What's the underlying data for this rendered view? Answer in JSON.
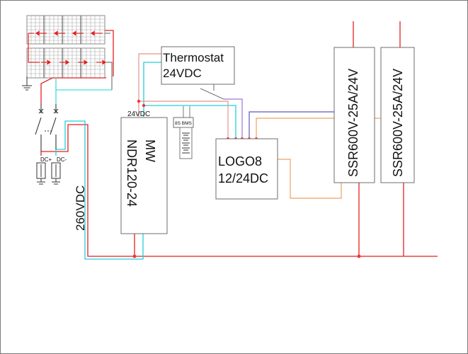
{
  "labels": {
    "thermostat_line1": "Thermostat",
    "thermostat_line2": "24VDC",
    "psu_input_label": "24VDC",
    "psu_line1": "MW",
    "psu_line2": "NDR120-24",
    "bms": "8S BMS",
    "logo_line1": "LOGO8",
    "logo_line2": "12/24DC",
    "ssr1": "SSR600V-25A/24V",
    "ssr2": "SSR600V-25A/24V",
    "dc_plus": "DC+",
    "dc_minus": "DC-",
    "voltage": "260VDC"
  },
  "colors": {
    "red": "#e32020",
    "cyan": "#22d0dd",
    "purple": "#9a78d8",
    "blue": "#5a5ab8",
    "orange": "#f0a060",
    "salmon": "#e8928c",
    "gray": "#6e6e6e",
    "panel": "#9a9a9a",
    "dot": "#ff3030"
  }
}
